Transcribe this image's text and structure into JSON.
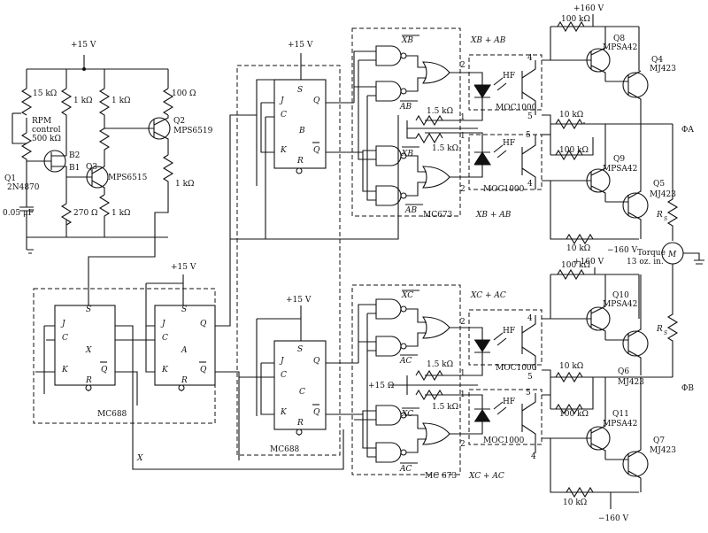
{
  "supplies": {
    "p15": "+15 V",
    "p160": "+160 V",
    "m160": "−160 V"
  },
  "oscillator": {
    "r15k": "15 kΩ",
    "r1k_a": "1 kΩ",
    "r1k_b": "1 kΩ",
    "r100": "100 Ω",
    "pot_lines": [
      "RPM",
      "control",
      "500 kΩ"
    ],
    "q1": "Q1",
    "q1_part": "2N4870",
    "b2": "B2",
    "b1": "B1",
    "q2": "Q2",
    "q2_part": "MPS6519",
    "q3": "Q3",
    "q3_part": "MPS6515",
    "r1k_c": "1 kΩ",
    "r1k_d": "1 kΩ",
    "cap": "0.05 μF",
    "r270": "270 Ω"
  },
  "flipflops": {
    "pins": {
      "s": "S",
      "j": "J",
      "c": "C",
      "k": "K",
      "r": "R",
      "q": "Q",
      "qbar": "Q"
    },
    "ff_x": "X",
    "ff_a": "A",
    "ff_b": "B",
    "ff_c": "C",
    "mc688_left": "MC688",
    "mc688_mid": "MC688",
    "x_signal": "X"
  },
  "gates_top": {
    "in1": "XB",
    "in2": "AB",
    "in3": "XB",
    "in4": "AB",
    "label_top": "XB + AB",
    "label_bottom": "XB + AB",
    "chip": "MC673"
  },
  "gates_bottom": {
    "in1": "XC",
    "in2": "AC",
    "in3": "XC",
    "in4": "AC",
    "label_top": "XC + AC",
    "label_bottom": "XC + AC",
    "chip": "MC 673"
  },
  "optos": {
    "r1": "1.5 kΩ",
    "r2": "1.5 kΩ",
    "r3": "1.5 kΩ",
    "r4": "1.5 kΩ",
    "hf": "HF",
    "part": "MOC1000",
    "p1": "1",
    "p2": "2",
    "p4": "4",
    "p5": "5",
    "p15": "+15 Ω"
  },
  "drivers": {
    "r100k": "100 kΩ",
    "r10k": "10 kΩ",
    "q8": "Q8",
    "q8_part": "MPSA42",
    "q4": "Q4",
    "q4_part": "MJ423",
    "q9": "Q9",
    "q9_part": "MPSA42",
    "q5": "Q5",
    "q5_part": "MJ423",
    "q10": "Q10",
    "q10_part": "MPSA42",
    "q6": "Q6",
    "q6_part": "MJ423",
    "q11": "Q11",
    "q11_part": "MPSA42",
    "q7": "Q7",
    "q7_part": "MJ423",
    "rs": "R",
    "rs_sub": "S",
    "phase_a": "ΦA",
    "phase_b": "ΦB",
    "motor": "M",
    "torque": "Torque",
    "torque_val": "13 oz. in."
  }
}
